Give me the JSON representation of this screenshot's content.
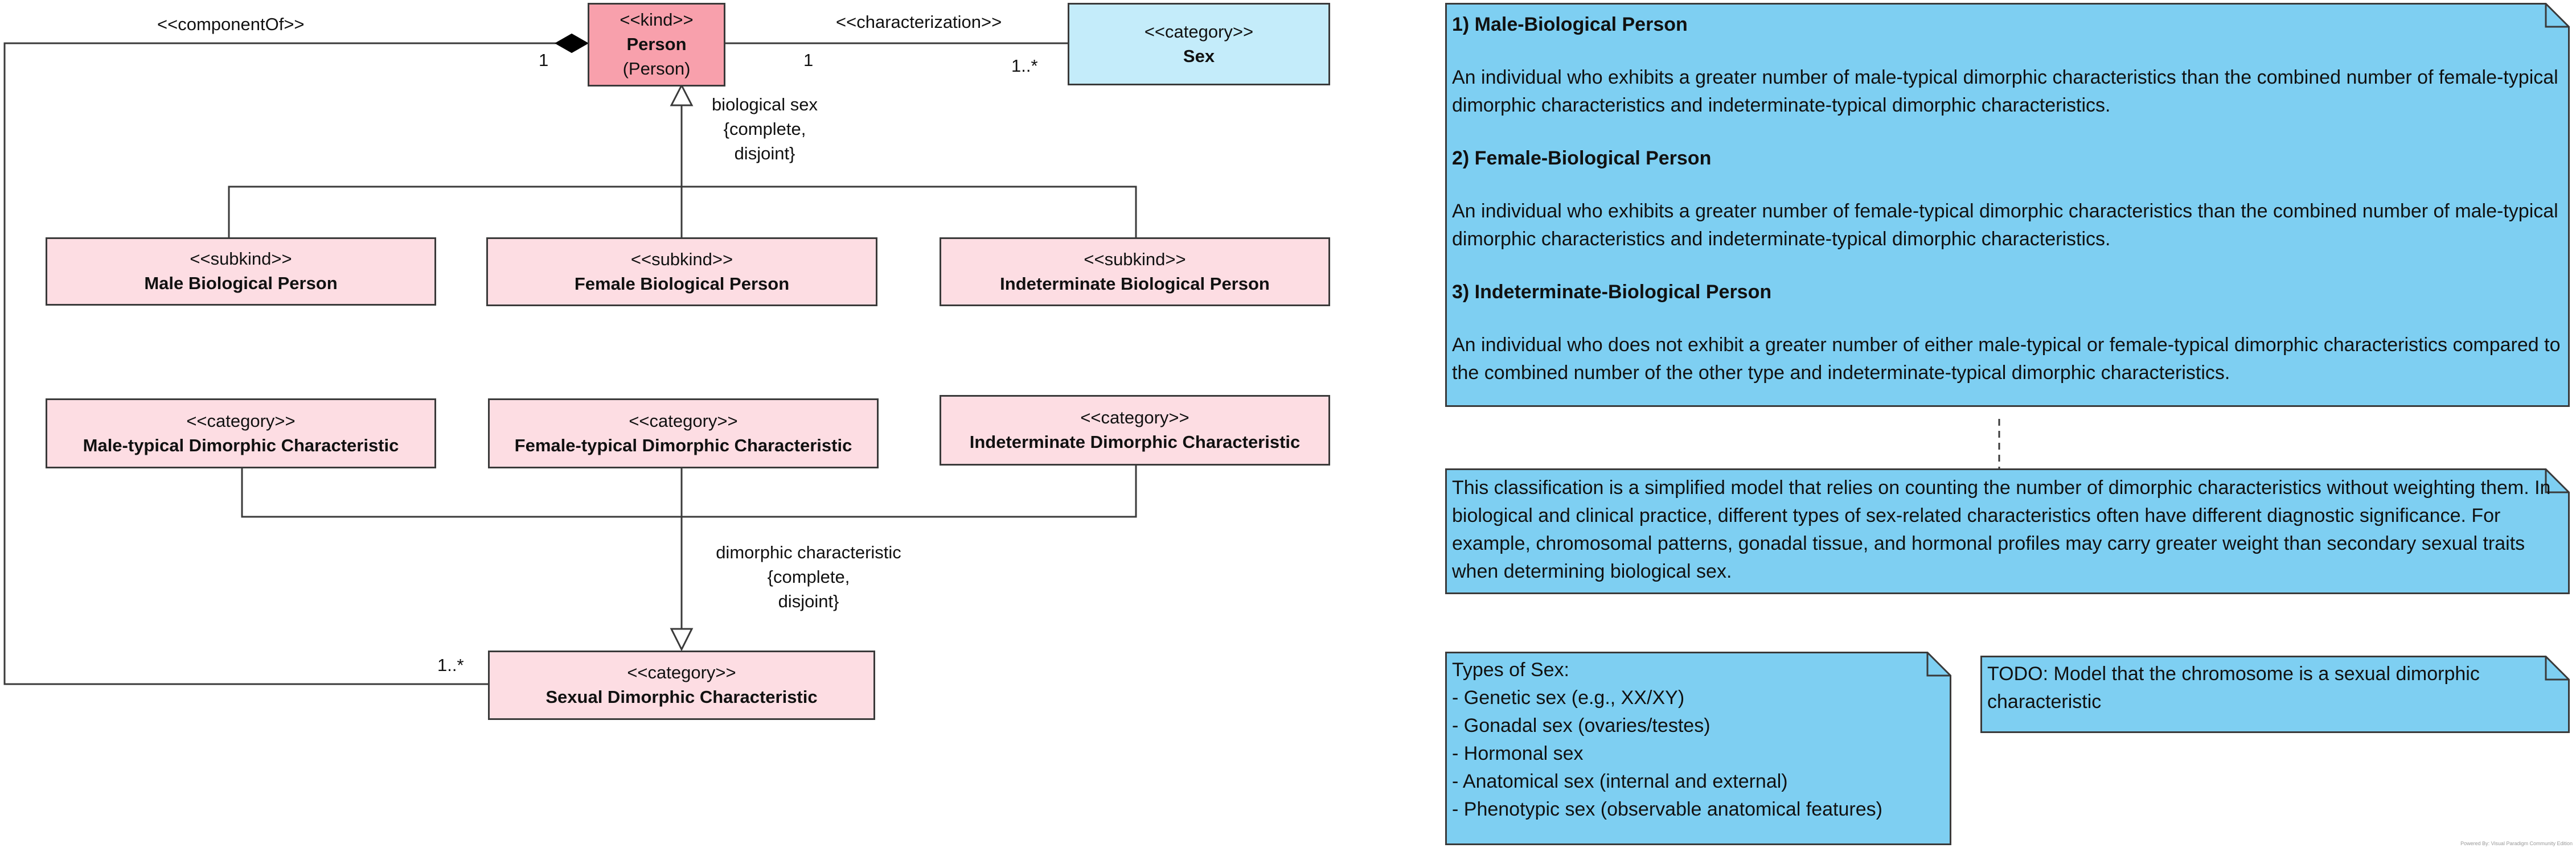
{
  "classes": {
    "person": {
      "stereotype": "<<kind>>",
      "name": "Person",
      "subtitle": "(Person)"
    },
    "sex": {
      "stereotype": "<<category>>",
      "name": "Sex"
    },
    "male_bio": {
      "stereotype": "<<subkind>>",
      "name": "Male Biological Person"
    },
    "female_bio": {
      "stereotype": "<<subkind>>",
      "name": "Female Biological Person"
    },
    "indet_bio": {
      "stereotype": "<<subkind>>",
      "name": "Indeterminate Biological Person"
    },
    "male_dim": {
      "stereotype": "<<category>>",
      "name": "Male-typical Dimorphic Characteristic"
    },
    "female_dim": {
      "stereotype": "<<category>>",
      "name": "Female-typical Dimorphic Characteristic"
    },
    "indet_dim": {
      "stereotype": "<<category>>",
      "name": "Indeterminate Dimorphic Characteristic"
    },
    "sexual_dim": {
      "stereotype": "<<category>>",
      "name": "Sexual Dimorphic Characteristic"
    }
  },
  "relations": {
    "component_of": "<<componentOf>>",
    "component_of_mult_person": "1",
    "component_of_mult_char": "1..*",
    "characterization": "<<characterization>>",
    "characterization_mult_person": "1",
    "characterization_mult_sex": "1..*",
    "biological_sex": [
      "biological sex",
      "{complete,",
      "disjoint}"
    ],
    "dimorphic_characteristic": [
      "dimorphic characteristic",
      "{complete,",
      "disjoint}"
    ]
  },
  "notes": {
    "definitions": {
      "male_title": "1) Male-Biological Person",
      "male_text": "An individual who exhibits a greater number of male-typical dimorphic characteristics than the combined number of female-typical dimorphic characteristics and indeterminate-typical dimorphic characteristics.",
      "female_title": "2) Female-Biological Person",
      "female_text": "An individual who exhibits a greater number of female-typical dimorphic characteristics than the combined number of male-typical dimorphic characteristics and indeterminate-typical dimorphic characteristics.",
      "indet_title": "3) Indeterminate-Biological Person",
      "indet_text": "An individual who does not exhibit a greater number of either male-typical or female-typical dimorphic characteristics compared to the combined number of the other type and indeterminate-typical dimorphic characteristics."
    },
    "classification": "This classification is a simplified model that relies on counting the number of dimorphic characteristics without weighting them. In biological and clinical practice, different types of sex-related characteristics often have different diagnostic significance. For example, chromosomal patterns, gonadal tissue, and hormonal profiles may carry greater weight than secondary sexual traits when determining biological sex.",
    "types_of_sex": {
      "title": "Types of Sex:",
      "items": [
        "- Genetic sex (e.g., XX/XY)",
        "- Gonadal sex (ovaries/testes)",
        "- Hormonal sex",
        "- Anatomical sex (internal and external)",
        "- Phenotypic sex (observable anatomical features)"
      ]
    },
    "todo": "TODO: Model that the chromosome is a sexual dimorphic characteristic"
  },
  "footer": "Powered By: Visual Paradigm Community Edition",
  "colors": {
    "kind_fill": "#f8a0ac",
    "category_blue_fill": "#c4ecfa",
    "subkind_fill": "#fddde3",
    "note_fill": "#7ecff2",
    "line": "#3a3a3a"
  }
}
